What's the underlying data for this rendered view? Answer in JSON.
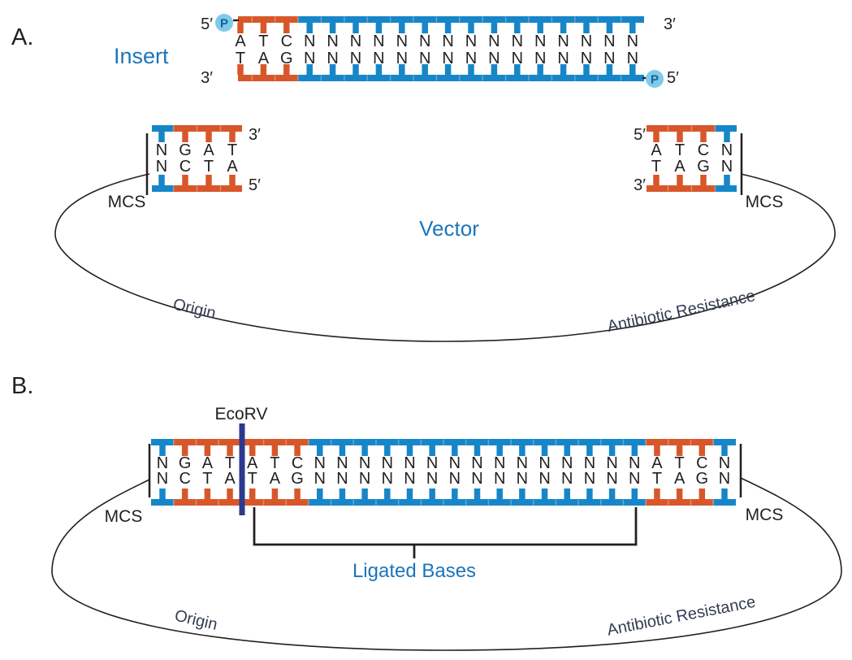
{
  "figure": {
    "panel_a": {
      "panel_label": "A.",
      "insert_label": "Insert",
      "vector_label": "Vector",
      "origin_label": "Origin",
      "antibiotic_label": "Antibiotic Resistance",
      "insert": {
        "phosphate_label": "P",
        "top_strand": {
          "left_end": "5′",
          "right_end": "3′",
          "sequence": "ATCNNNNNNNNNNNNNNN"
        },
        "bottom_strand": {
          "left_end": "3′",
          "right_end": "5′",
          "sequence": "TAGNNNNNNNNNNNNNNN"
        }
      },
      "left_mcs": {
        "label": "MCS",
        "top_end": "3′",
        "bottom_end": "5′",
        "top_sequence": "NGAT",
        "bottom_sequence": "NCTA"
      },
      "right_mcs": {
        "label": "MCS",
        "top_end": "5′",
        "bottom_end": "3′",
        "top_sequence": "ATCN",
        "bottom_sequence": "TAGN"
      }
    },
    "panel_b": {
      "panel_label": "B.",
      "enzyme_label": "EcoRV",
      "ligated_label": "Ligated Bases",
      "origin_label": "Origin",
      "antibiotic_label": "Antibiotic Resistance",
      "left_mcs_label": "MCS",
      "right_mcs_label": "MCS",
      "top_sequence": "NGATATCNNNNNNNNNNNNNNNATCN",
      "bottom_sequence": "NCTATAGNNNNNNNNNNNNNNNTAGN"
    },
    "colors": {
      "strand_orange": "#D8572A",
      "strand_blue": "#1786C8",
      "phosphate_fill": "#7CCBE9",
      "phosphate_text": "#1B5F94",
      "enzyme_bar_navy": "#2B3990",
      "label_blue": "#1B75BC",
      "curve_label": "#333C52",
      "base_text": "#231F20"
    }
  }
}
